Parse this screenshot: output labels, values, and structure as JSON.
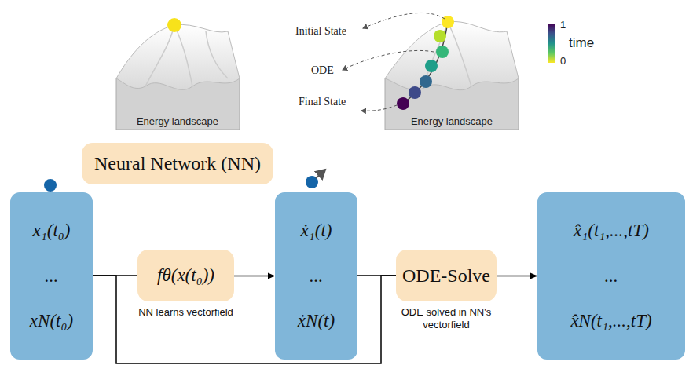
{
  "diagram": {
    "nodes": [
      {
        "text": [
          "Neural Network (NN)"
        ]
      },
      {
        "text": [
          "x₁(t₀)",
          "...",
          "xN(t₀)"
        ]
      },
      {
        "text": [
          "fθ(x(t₀))",
          "NN learns vectorfield"
        ]
      },
      {
        "text": [
          "ẋ₁(t)",
          "...",
          "ẋN(t)"
        ]
      },
      {
        "text": [
          "ODE-Solve",
          "ODE solved in NN's vectorfield"
        ]
      },
      {
        "text": [
          "x̂₁(t₁,...,tT)",
          "...",
          "x̂N(t₁,...,tT)"
        ]
      }
    ],
    "edges": [
      {
        "from": 1,
        "to": 2,
        "arrow": "none"
      },
      {
        "from": 2,
        "to": 3,
        "arrow": "to"
      },
      {
        "from": 3,
        "to": 4,
        "arrow": "none"
      },
      {
        "from": 1,
        "to": 4,
        "arrow": "none"
      },
      {
        "from": 4,
        "to": 5,
        "arrow": "to"
      }
    ],
    "labels": [
      "Energy landscape",
      "Energy landscape",
      "Initial State",
      "ODE",
      "Final State",
      "1",
      "0",
      "time"
    ]
  }
}
